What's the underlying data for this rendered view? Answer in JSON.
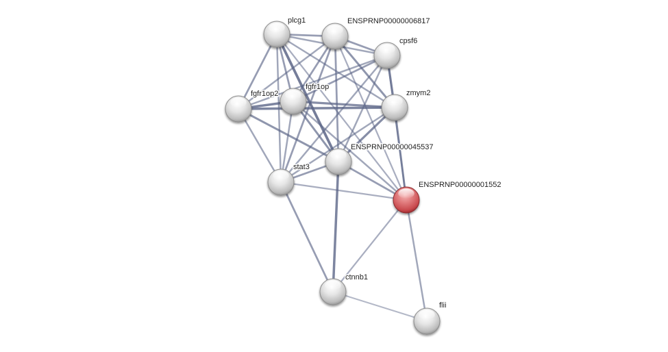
{
  "title": "Protein interaction network",
  "colors": {
    "edge": "#5a6486",
    "node_default": "#d8d8d8",
    "node_query": "#d9696c"
  },
  "nodes": [
    {
      "id": "plcg1",
      "label": "plcg1",
      "query": false
    },
    {
      "id": "ENSPRNP00000006817",
      "label": "ENSPRNP00000006817",
      "query": false
    },
    {
      "id": "cpsf6",
      "label": "cpsf6",
      "query": false
    },
    {
      "id": "fgfr1op2",
      "label": "fgfr1op2",
      "query": false
    },
    {
      "id": "fgfr1op",
      "label": "fgfr1op",
      "query": false
    },
    {
      "id": "zmym2",
      "label": "zmym2",
      "query": false
    },
    {
      "id": "ENSPRNP00000045537",
      "label": "ENSPRNP00000045537",
      "query": false
    },
    {
      "id": "stat3",
      "label": "stat3",
      "query": false
    },
    {
      "id": "ENSPRNP00000001552",
      "label": "ENSPRNP00000001552",
      "query": true
    },
    {
      "id": "ctnnb1",
      "label": "ctnnb1",
      "query": false
    },
    {
      "id": "flii",
      "label": "flii",
      "query": false
    }
  ],
  "edges": [
    {
      "source": "plcg1",
      "target": "ENSPRNP00000006817",
      "weight": 0.5
    },
    {
      "source": "plcg1",
      "target": "cpsf6",
      "weight": 0.4
    },
    {
      "source": "plcg1",
      "target": "fgfr1op2",
      "weight": 0.5
    },
    {
      "source": "plcg1",
      "target": "fgfr1op",
      "weight": 0.5
    },
    {
      "source": "plcg1",
      "target": "zmym2",
      "weight": 0.4
    },
    {
      "source": "plcg1",
      "target": "ENSPRNP00000045537",
      "weight": 0.9
    },
    {
      "source": "plcg1",
      "target": "stat3",
      "weight": 0.4
    },
    {
      "source": "plcg1",
      "target": "ENSPRNP00000001552",
      "weight": 0.3
    },
    {
      "source": "ENSPRNP00000006817",
      "target": "cpsf6",
      "weight": 0.5
    },
    {
      "source": "ENSPRNP00000006817",
      "target": "fgfr1op2",
      "weight": 0.4
    },
    {
      "source": "ENSPRNP00000006817",
      "target": "fgfr1op",
      "weight": 0.5
    },
    {
      "source": "ENSPRNP00000006817",
      "target": "zmym2",
      "weight": 0.6
    },
    {
      "source": "ENSPRNP00000006817",
      "target": "ENSPRNP00000045537",
      "weight": 0.5
    },
    {
      "source": "ENSPRNP00000006817",
      "target": "stat3",
      "weight": 0.5
    },
    {
      "source": "ENSPRNP00000006817",
      "target": "ENSPRNP00000001552",
      "weight": 0.3
    },
    {
      "source": "cpsf6",
      "target": "fgfr1op2",
      "weight": 0.4
    },
    {
      "source": "cpsf6",
      "target": "fgfr1op",
      "weight": 0.5
    },
    {
      "source": "cpsf6",
      "target": "zmym2",
      "weight": 0.7
    },
    {
      "source": "cpsf6",
      "target": "ENSPRNP00000045537",
      "weight": 0.4
    },
    {
      "source": "cpsf6",
      "target": "stat3",
      "weight": 0.4
    },
    {
      "source": "cpsf6",
      "target": "ENSPRNP00000001552",
      "weight": 0.3
    },
    {
      "source": "fgfr1op2",
      "target": "fgfr1op",
      "weight": 0.8
    },
    {
      "source": "fgfr1op2",
      "target": "zmym2",
      "weight": 0.8
    },
    {
      "source": "fgfr1op2",
      "target": "ENSPRNP00000045537",
      "weight": 0.6
    },
    {
      "source": "fgfr1op2",
      "target": "stat3",
      "weight": 0.4
    },
    {
      "source": "fgfr1op",
      "target": "zmym2",
      "weight": 0.7
    },
    {
      "source": "fgfr1op",
      "target": "ENSPRNP00000045537",
      "weight": 0.6
    },
    {
      "source": "fgfr1op",
      "target": "stat3",
      "weight": 0.4
    },
    {
      "source": "fgfr1op",
      "target": "ENSPRNP00000001552",
      "weight": 0.4
    },
    {
      "source": "zmym2",
      "target": "ENSPRNP00000045537",
      "weight": 0.7
    },
    {
      "source": "zmym2",
      "target": "stat3",
      "weight": 0.4
    },
    {
      "source": "zmym2",
      "target": "ENSPRNP00000001552",
      "weight": 0.6
    },
    {
      "source": "ENSPRNP00000045537",
      "target": "stat3",
      "weight": 0.5
    },
    {
      "source": "ENSPRNP00000045537",
      "target": "ENSPRNP00000001552",
      "weight": 0.5
    },
    {
      "source": "ENSPRNP00000045537",
      "target": "ctnnb1",
      "weight": 0.8
    },
    {
      "source": "stat3",
      "target": "ENSPRNP00000001552",
      "weight": 0.3
    },
    {
      "source": "stat3",
      "target": "ctnnb1",
      "weight": 0.5
    },
    {
      "source": "ENSPRNP00000001552",
      "target": "ctnnb1",
      "weight": 0.3
    },
    {
      "source": "ENSPRNP00000001552",
      "target": "flii",
      "weight": 0.4
    },
    {
      "source": "ctnnb1",
      "target": "flii",
      "weight": 0.2
    }
  ]
}
